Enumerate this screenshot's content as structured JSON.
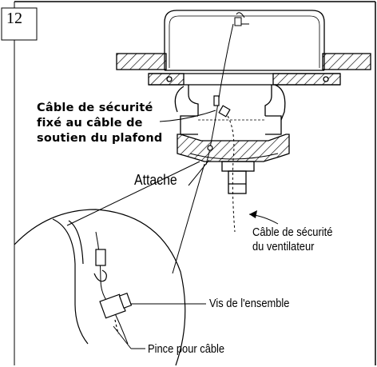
{
  "figure": {
    "step_number": "12",
    "labels": {
      "safety_cable_ceiling": [
        "Câble de sécurité",
        "fixé au câble de",
        "soutien du plafond"
      ],
      "attache": "Attache",
      "fan_safety_cable": [
        "Câble de sécurité",
        "du ventilateur"
      ],
      "assembly_screw": "Vis de l'ensemble",
      "cable_clamp": "Pince pour câble"
    }
  }
}
